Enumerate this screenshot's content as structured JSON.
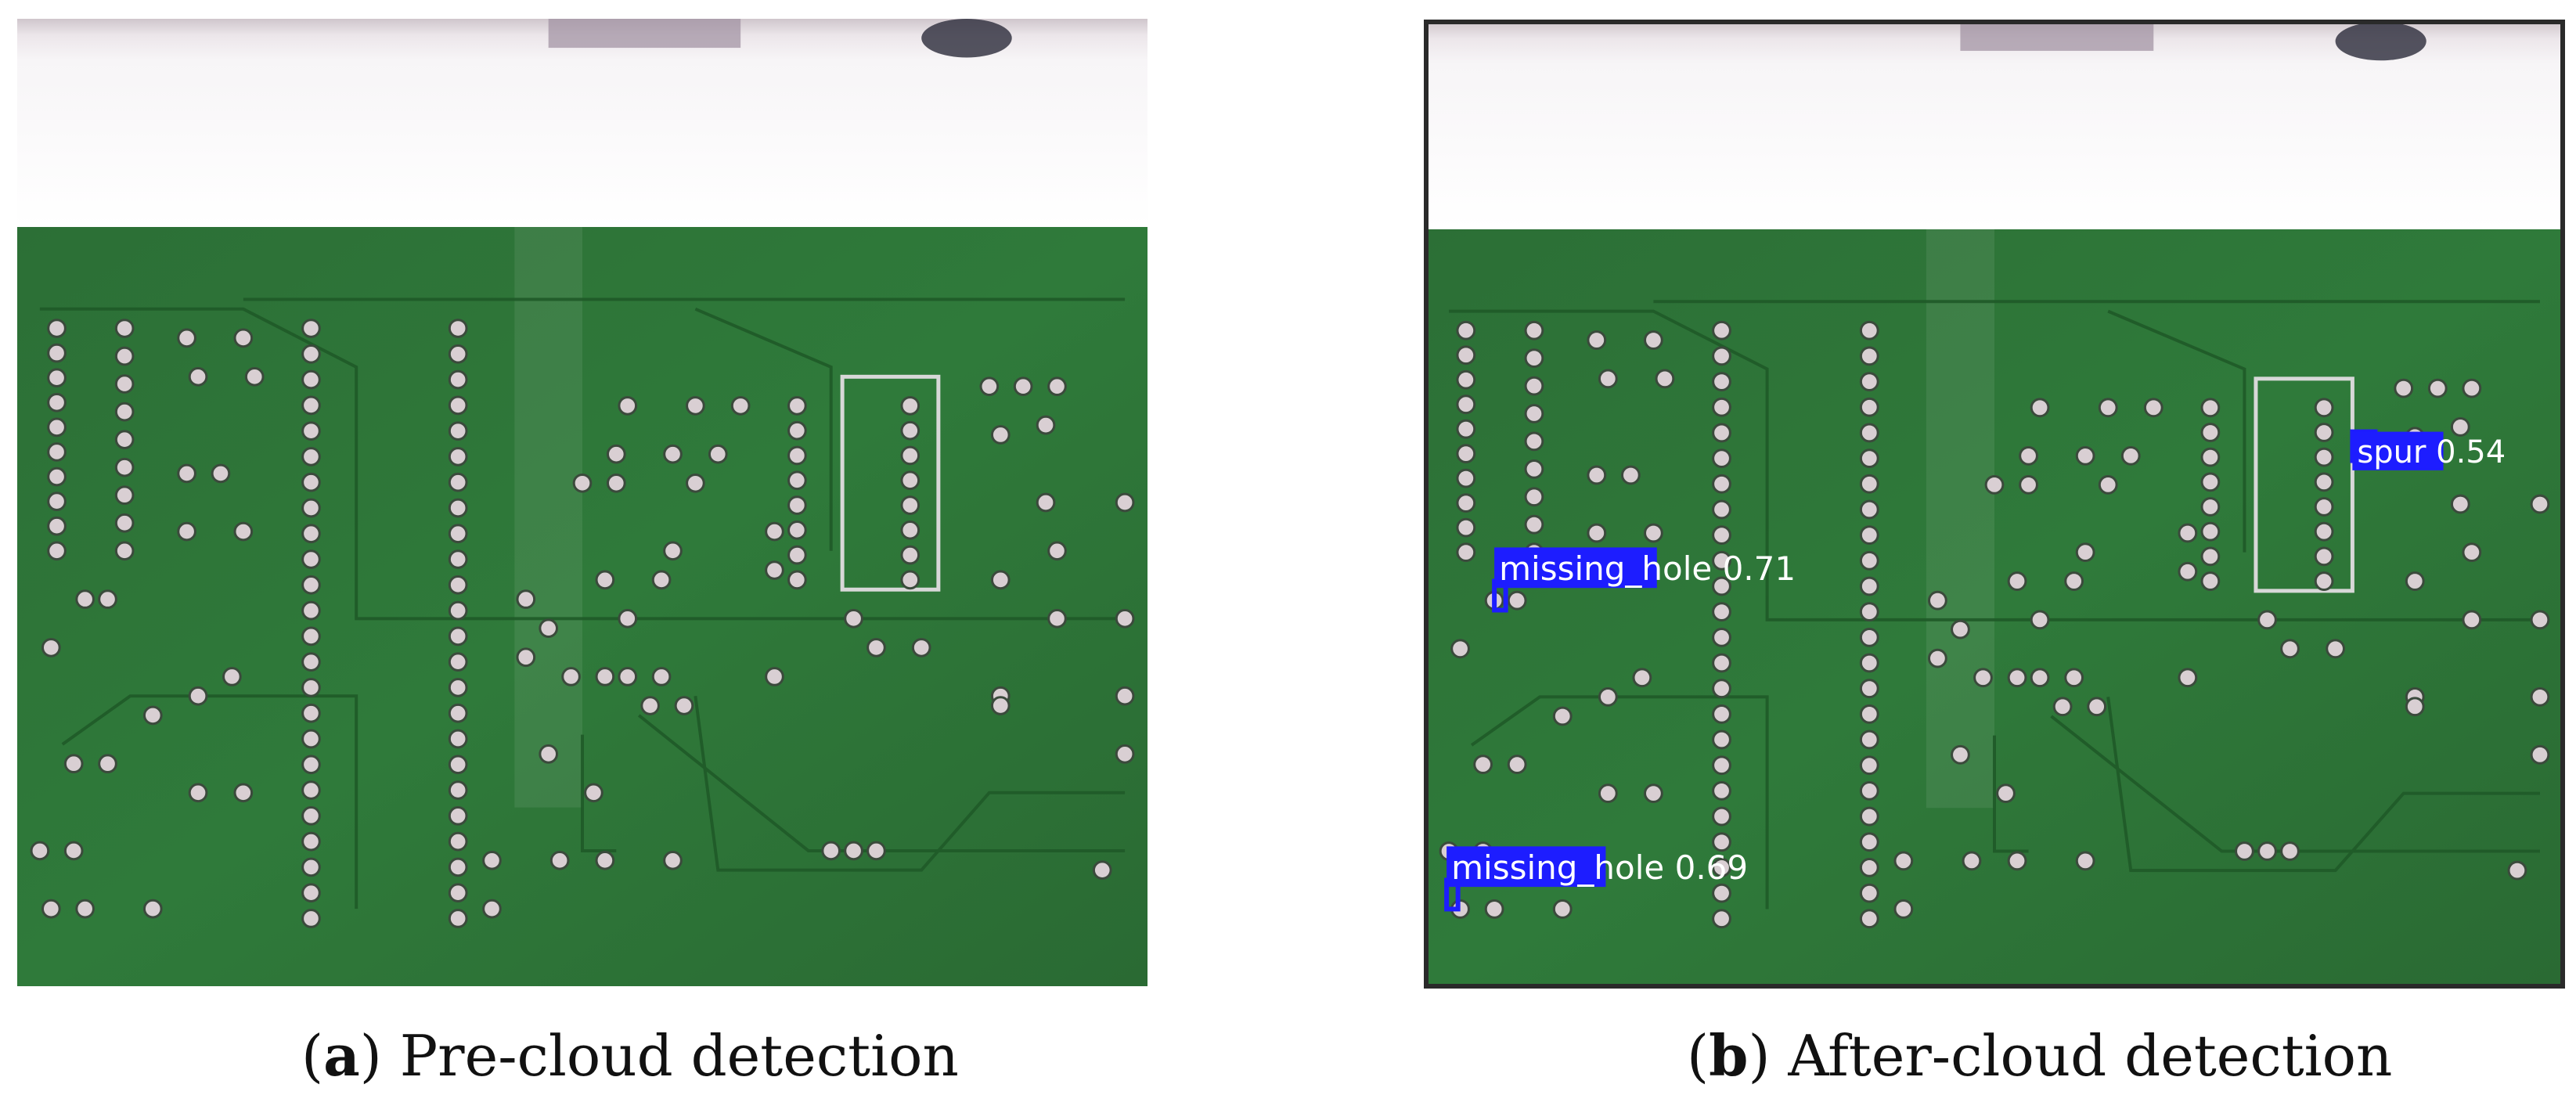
{
  "panels": [
    {
      "letter": "a",
      "caption": "Pre-cloud detection",
      "detections": []
    },
    {
      "letter": "b",
      "caption": "After-cloud detection",
      "detections": [
        {
          "label": "spur",
          "score": "0.54",
          "text": "spur 0.54"
        },
        {
          "label": "missing_hole",
          "score": "0.71",
          "text": "missing_hole 0.71"
        },
        {
          "label": "missing_hole",
          "score": "0.69",
          "text": "missing_hole 0.69"
        }
      ]
    }
  ],
  "colors": {
    "board_green": "#2f7a3a",
    "board_dark": "#1f5a28",
    "pad": "#d9cfd3",
    "paper": "#f7f5f7",
    "detection_box": "#1d1dff",
    "detection_text": "#ffffff"
  }
}
